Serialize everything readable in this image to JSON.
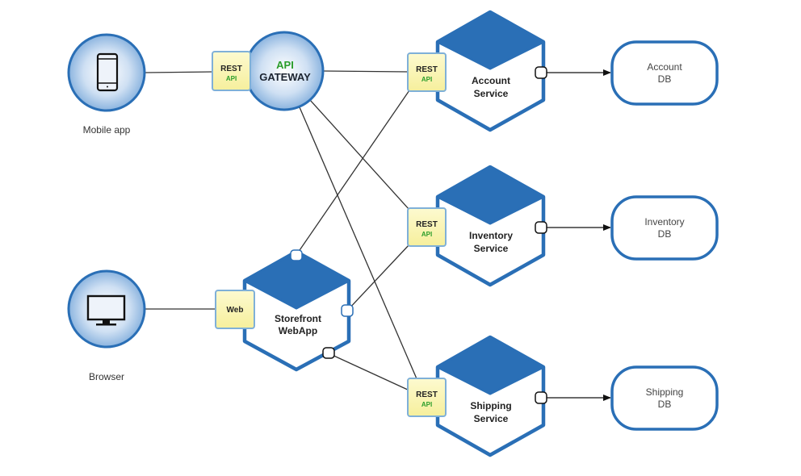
{
  "diagram": {
    "title": "Microservices architecture",
    "colors": {
      "primary_blue": "#2a6fb6",
      "rest_box_fill": "#fbf6b8",
      "rest_box_border": "#7fb0d8",
      "api_green": "#2a9d2a",
      "line": "#333333"
    },
    "clients": [
      {
        "id": "mobile",
        "label": "Mobile app",
        "icon": "smartphone-icon"
      },
      {
        "id": "browser",
        "label": "Browser",
        "icon": "monitor-icon"
      }
    ],
    "gateway": {
      "line1": "API",
      "line2": "GATEWAY",
      "adapter": {
        "title": "REST",
        "subtitle": "API"
      }
    },
    "webapp": {
      "line1": "Storefront",
      "line2": "WebApp",
      "adapter": {
        "title": "Web"
      }
    },
    "services": [
      {
        "id": "account",
        "line1": "Account",
        "line2": "Service",
        "adapter": {
          "title": "REST",
          "subtitle": "API"
        },
        "db": {
          "line1": "Account",
          "line2": "DB"
        }
      },
      {
        "id": "inventory",
        "line1": "Inventory",
        "line2": "Service",
        "adapter": {
          "title": "REST",
          "subtitle": "API"
        },
        "db": {
          "line1": "Inventory",
          "line2": "DB"
        }
      },
      {
        "id": "shipping",
        "line1": "Shipping",
        "line2": "Service",
        "adapter": {
          "title": "REST",
          "subtitle": "API"
        },
        "db": {
          "line1": "Shipping",
          "line2": "DB"
        }
      }
    ],
    "connections": [
      {
        "from": "mobile",
        "to": "gateway"
      },
      {
        "from": "browser",
        "to": "webapp"
      },
      {
        "from": "gateway",
        "to": "account"
      },
      {
        "from": "gateway",
        "to": "inventory"
      },
      {
        "from": "gateway",
        "to": "shipping"
      },
      {
        "from": "webapp",
        "to": "account"
      },
      {
        "from": "webapp",
        "to": "inventory"
      },
      {
        "from": "webapp",
        "to": "shipping"
      },
      {
        "from": "account",
        "to": "account-db"
      },
      {
        "from": "inventory",
        "to": "inventory-db"
      },
      {
        "from": "shipping",
        "to": "shipping-db"
      }
    ]
  }
}
